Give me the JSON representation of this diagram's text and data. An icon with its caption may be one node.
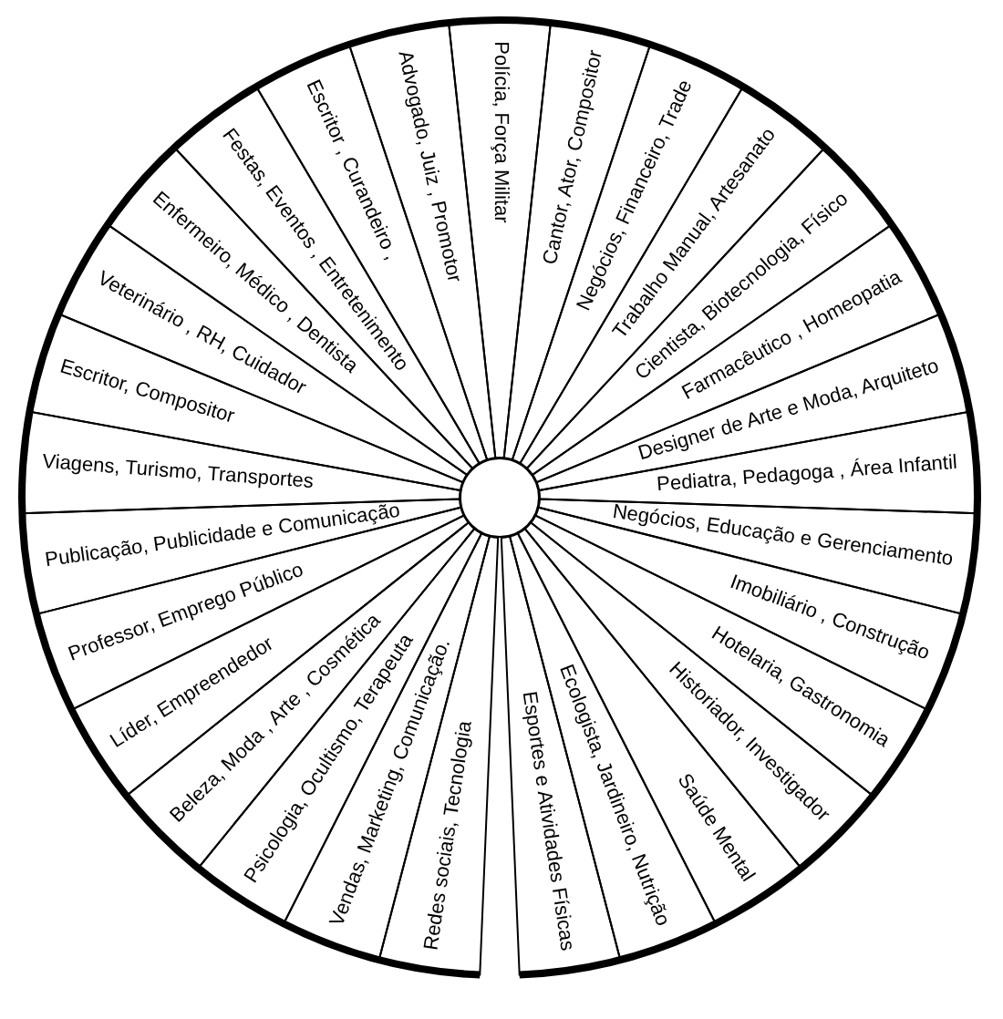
{
  "diagram": {
    "nodes": [
      {
        "text": [
          "Polícia, Força Militar"
        ]
      },
      {
        "text": [
          "Cantor, Ator, Compositor"
        ]
      },
      {
        "text": [
          "Negócios, Financeiro, Trade"
        ]
      },
      {
        "text": [
          "Trabalho Manual, Artesanato"
        ]
      },
      {
        "text": [
          "Cientista, Biotecnologia, Físico"
        ]
      },
      {
        "text": [
          "Farmacêutico , Homeopatia"
        ]
      },
      {
        "text": [
          "Designer de Arte e Moda, Arquiteto"
        ]
      },
      {
        "text": [
          "Pediatra, Pedagoga , Área Infantil"
        ]
      },
      {
        "text": [
          "Negócios, Educação e Gerenciamento"
        ]
      },
      {
        "text": [
          "Imobiliário , Construção"
        ]
      },
      {
        "text": [
          "Hotelaria, Gastronomia"
        ]
      },
      {
        "text": [
          "Historiador, Investigador"
        ]
      },
      {
        "text": [
          "Saúde Mental"
        ]
      },
      {
        "text": [
          "Ecologista, Jardineiro, Nutrição"
        ]
      },
      {
        "text": [
          "Esportes e Atividades Físicas"
        ]
      },
      {
        "text": [
          "Redes sociais, Tecnologia"
        ]
      },
      {
        "text": [
          "Vendas, Marketing, Comunicação."
        ]
      },
      {
        "text": [
          "Psicologia, Ocultismo, Terapeuta"
        ]
      },
      {
        "text": [
          "Beleza, Moda , Arte , Cosmética"
        ]
      },
      {
        "text": [
          "Líder, Empreendedor"
        ]
      },
      {
        "text": [
          "Professor, Emprego Público"
        ]
      },
      {
        "text": [
          "Publicação, Publicidade e Comunicação"
        ]
      },
      {
        "text": [
          "Viagens, Turismo, Transportes"
        ]
      },
      {
        "text": [
          "Escritor, Compositor"
        ]
      },
      {
        "text": [
          "Veterinário , RH, Cuidador"
        ]
      },
      {
        "text": [
          "Enfermeiro, Médico , Dentista"
        ]
      },
      {
        "text": [
          "Festas, Eventos , Entretenimento"
        ]
      },
      {
        "text": [
          "Escritor , Curandeiro ,"
        ]
      },
      {
        "text": [
          "Advogado, Juiz , Promotor"
        ]
      },
      {
        "text": [],
        "shape": "circle"
      }
    ]
  }
}
